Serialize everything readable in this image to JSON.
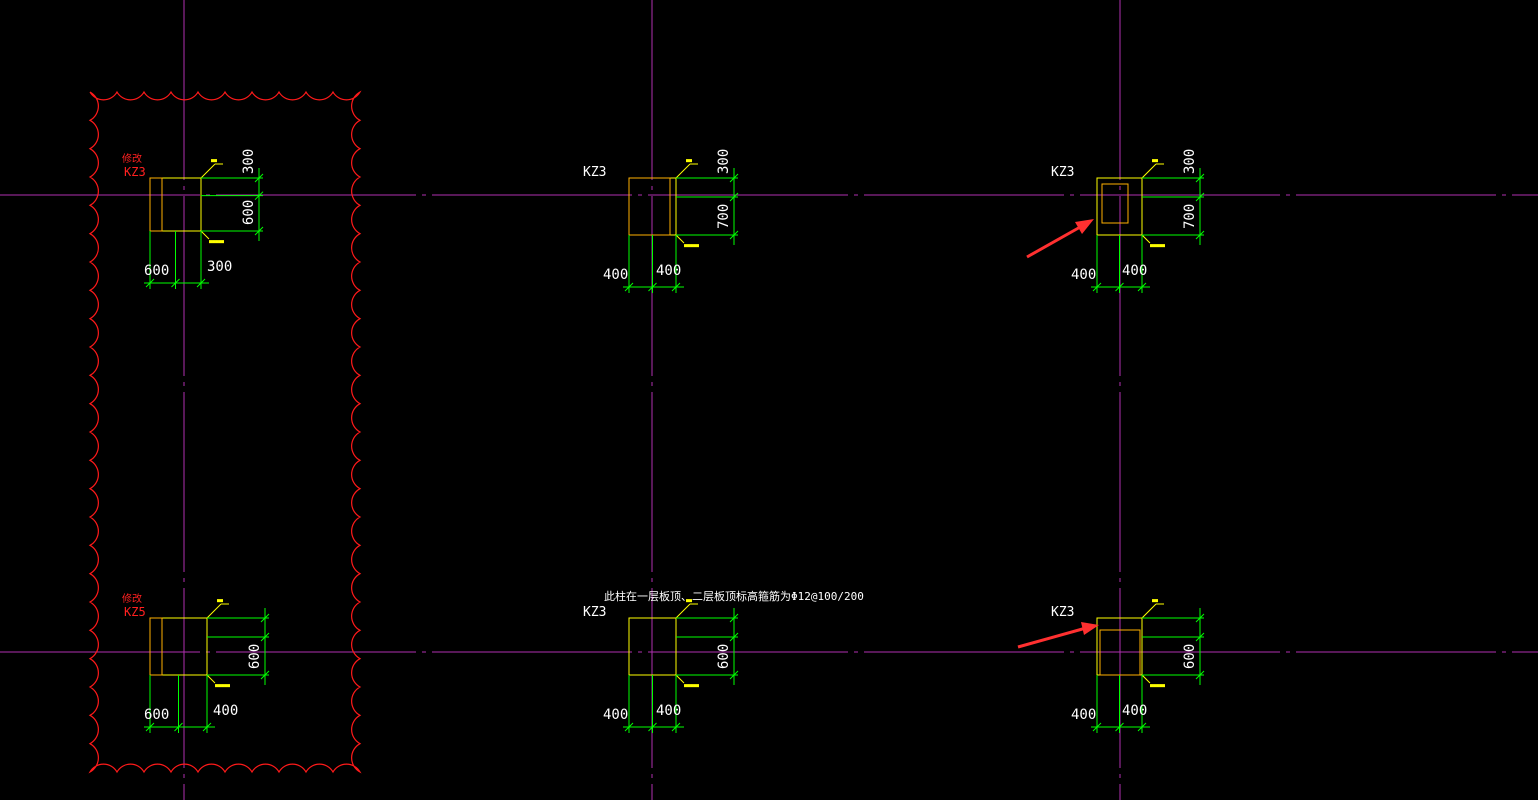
{
  "colors": {
    "background": "#000000",
    "axis": "#c020c0",
    "column": "#ffff00",
    "dimension": "#00ff00",
    "cloud": "#ff0000",
    "arrow": "#ff3030",
    "text": "#ffffff"
  },
  "columns": [
    {
      "id": "c1",
      "label": "KZ3",
      "mark": "修改",
      "dims": {
        "top": "300",
        "right": "600",
        "bottom_left": "600",
        "bottom_right": "300"
      }
    },
    {
      "id": "c2",
      "label": "KZ3",
      "mark": "",
      "dims": {
        "top": "300",
        "right": "700",
        "bottom_left": "400",
        "bottom_right": "400"
      }
    },
    {
      "id": "c3",
      "label": "KZ3",
      "mark": "",
      "dims": {
        "top": "300",
        "right": "700",
        "bottom_left": "400",
        "bottom_right": "400"
      }
    },
    {
      "id": "c4",
      "label": "KZ5",
      "mark": "修改",
      "dims": {
        "top": "",
        "right": "600",
        "bottom_left": "600",
        "bottom_right": "400"
      }
    },
    {
      "id": "c5",
      "label": "KZ3",
      "mark": "",
      "dims": {
        "top": "",
        "right": "600",
        "bottom_left": "400",
        "bottom_right": "400"
      }
    },
    {
      "id": "c6",
      "label": "KZ3",
      "mark": "",
      "dims": {
        "top": "",
        "right": "600",
        "bottom_left": "400",
        "bottom_right": "400"
      }
    }
  ],
  "note": "此柱在一层板顶、二层板顶标高箍筋为Φ12@100/200"
}
